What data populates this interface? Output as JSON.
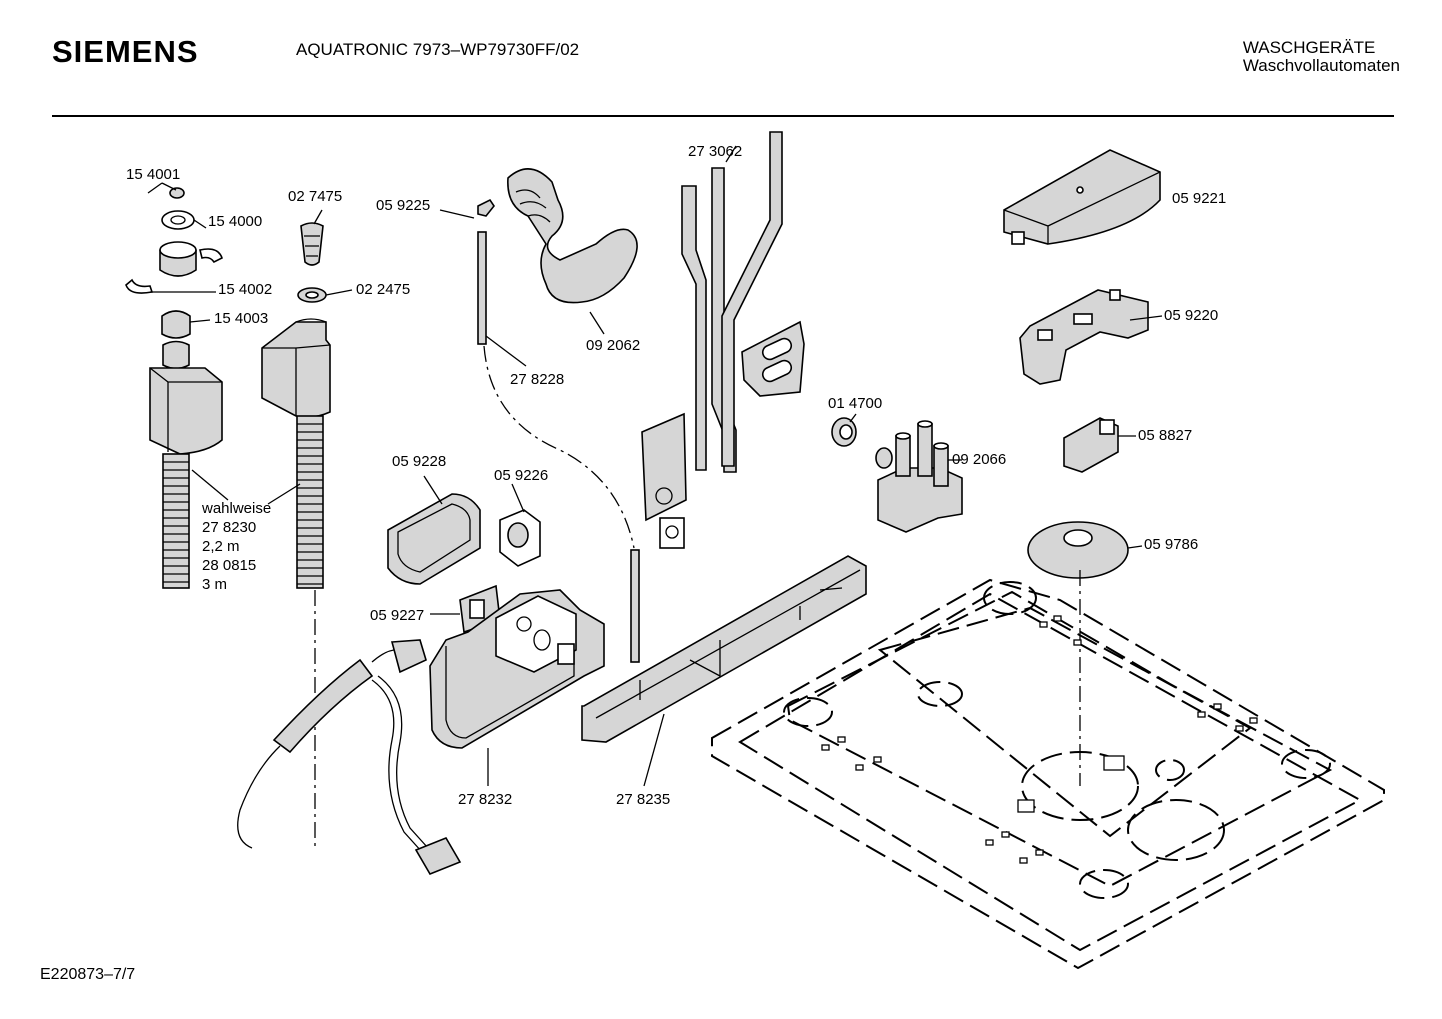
{
  "header": {
    "brand": "SIEMENS",
    "model": "AQUATRONIC 7973–WP79730FF/02",
    "category_line1": "WASCHGERÄTE",
    "category_line2": "Waschvollautomaten"
  },
  "footer": {
    "code": "E220873–7/7"
  },
  "labels": {
    "p154001": "15 4001",
    "p154000": "15 4000",
    "p154002": "15 4002",
    "p154003": "15 4003",
    "p027475": "02 7475",
    "p022475": "02 2475",
    "p059225": "05 9225",
    "p278228": "27 8228",
    "p092062": "09 2062",
    "p273062": "27 3062",
    "p059221": "05 9221",
    "p059220": "05 9220",
    "p014700": "01 4700",
    "p092066": "09 2066",
    "p058827": "05 8827",
    "p059786": "05 9786",
    "p059228": "05 9228",
    "p059226": "05 9226",
    "p059227": "05 9227",
    "p278232": "27 8232",
    "p278235": "27 8235",
    "option_word": "wahlweise",
    "option_part1": "27 8230",
    "option_len1": "2,2 m",
    "option_part2": "28 0815",
    "option_len2": "3 m"
  }
}
